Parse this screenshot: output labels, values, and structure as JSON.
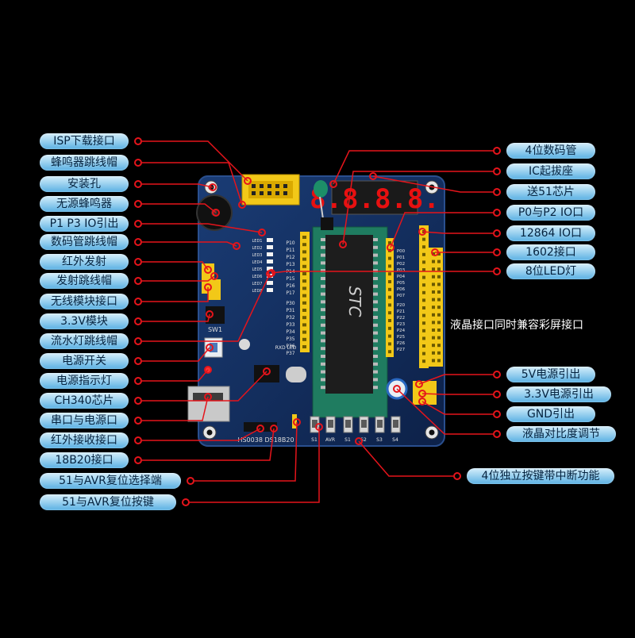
{
  "labels_left": [
    "ISP下载接口",
    "蜂鸣器跳线帽",
    "安装孔",
    "无源蜂鸣器",
    "P1 P3 IO引出",
    "数码管跳线帽",
    "红外发射",
    "发射跳线帽",
    "无线模块接口",
    "3.3V模块",
    "流水灯跳线帽",
    "电源开关",
    "电源指示灯",
    "CH340芯片",
    "串口与电源口",
    "红外接收接口",
    "18B20接口",
    "51与AVR复位选择端",
    "51与AVR复位按键"
  ],
  "labels_right": [
    "4位数码管",
    "IC起拔座",
    "送51芯片",
    "P0与P2 IO口",
    "12864  IO口",
    "1602接口",
    "8位LED灯",
    "5V电源引出",
    "3.3V电源引出",
    "GND引出",
    "液晶对比度调节",
    "4位独立按键带中断功能"
  ],
  "note": "液晶接口同时兼容彩屏接口",
  "board_text": {
    "chip_brand": "STC",
    "seg_digits": "8.8.8.8.",
    "sw1": "SW1",
    "s_keys": [
      "S1",
      "S2",
      "S3",
      "S4"
    ],
    "sb": "S1",
    "avr": "AVR",
    "bottom_silk": "HS0038   DS18B20",
    "p1_pins": [
      "P10",
      "P11",
      "P12",
      "P13",
      "P14",
      "P15",
      "P16",
      "P17"
    ],
    "p3_pins": [
      "P30",
      "P31",
      "P32",
      "P33",
      "P34",
      "P35",
      "P36",
      "P37"
    ],
    "p0_pins": [
      "P00",
      "P01",
      "P02",
      "P03",
      "P04",
      "P05",
      "P06",
      "P07"
    ],
    "p2_pins": [
      "P20",
      "P21",
      "P22",
      "P23",
      "P24",
      "P25",
      "P26",
      "P27"
    ],
    "led_lbls": [
      "LED1",
      "LED2",
      "LED3",
      "LED4",
      "LED5",
      "LED6",
      "LED7",
      "LED8"
    ],
    "rxd": "RXD LED"
  },
  "colors": {
    "line": "#e5141b",
    "pcb": "#122e5e",
    "header": "#f2c818",
    "socket": "#1f7c60",
    "chip": "#1d1d1d",
    "seg": "#e81010"
  }
}
